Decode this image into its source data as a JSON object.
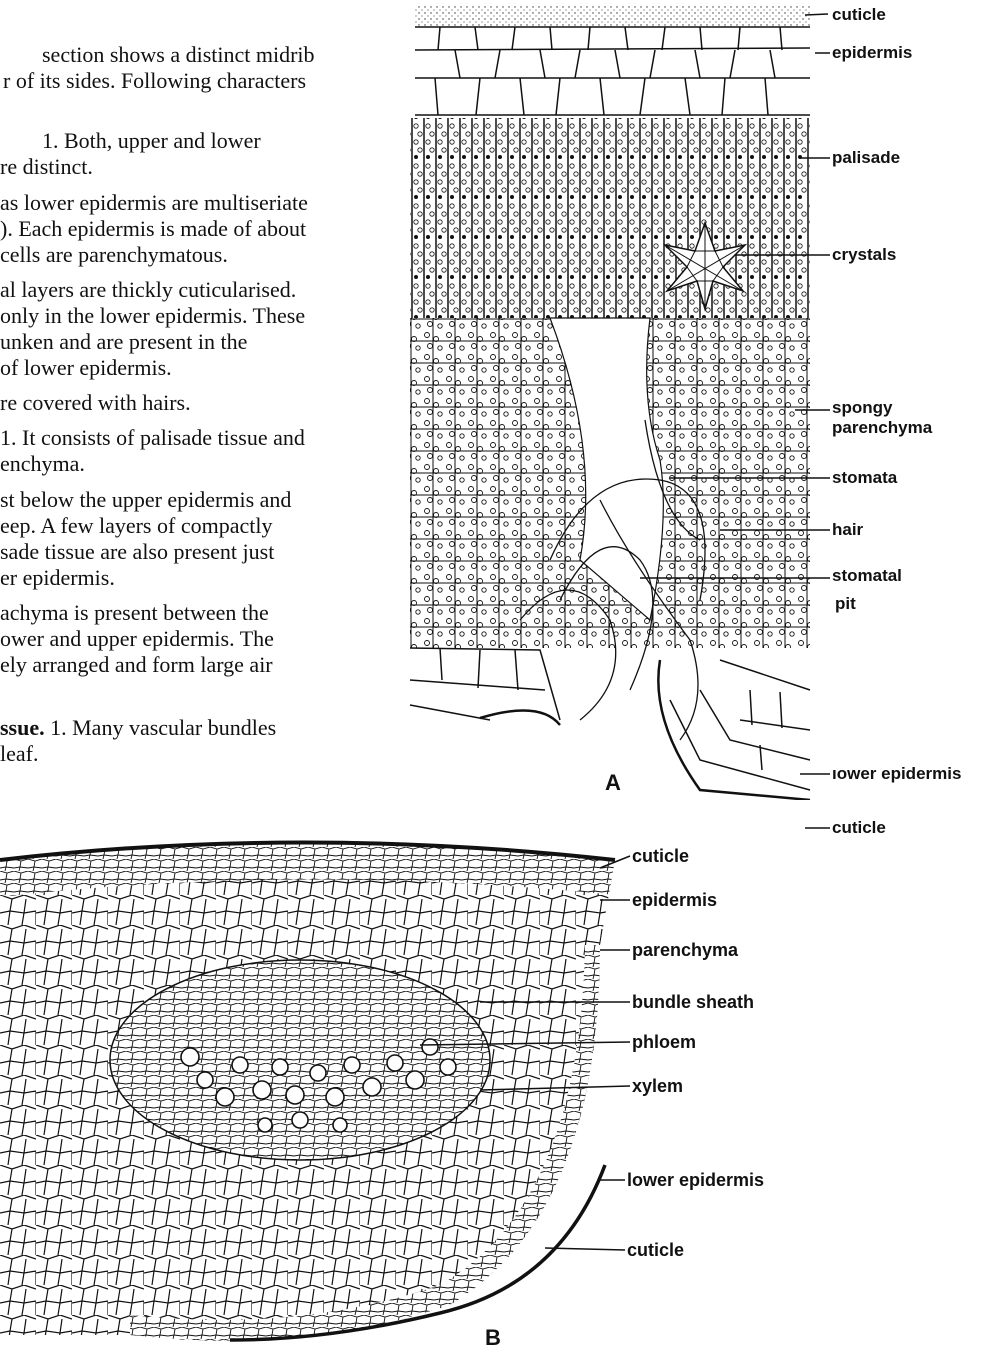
{
  "text": {
    "lines": [
      "section shows a distinct midrib",
      "r of its sides. Following characters",
      "1.   Both,   upper   and   lower",
      "re distinct.",
      "as lower epidermis are multiseriate",
      "). Each epidermis is made of about",
      "cells are parenchymatous.",
      "al layers are thickly cuticularised.",
      "only in the lower epidermis. These",
      "unken  and  are  present  in  the",
      "of lower epidermis.",
      "re covered with hairs.",
      "1. It consists of palisade tissue and",
      "enchyma.",
      "st below the upper epidermis and",
      "eep.  A  few  layers  of  compactly",
      "sade  tissue  are  also  present  just",
      "er epidermis.",
      "achyma  is  present  between  the",
      "ower  and  upper  epidermis.  The",
      "ely  arranged  and  form  large  air"
    ],
    "last_para_bold": "ssue.",
    "last_para_rest": " 1.  Many  vascular  bundles",
    "last_line": "leaf."
  },
  "figure_a": {
    "letter": "A",
    "labels": {
      "cuticle_top": "cuticle",
      "epidermis": "epidermis",
      "palisade": "palisade",
      "crystals": "crystals",
      "spongy_1": "spongy",
      "spongy_2": "parenchyma",
      "stomata": "stomata",
      "hair": "hair",
      "stomatal_1": "stomatal",
      "stomatal_2": "pit",
      "lower_epidermis": "ıower epidermis",
      "cuticle_bottom": "cuticle"
    }
  },
  "figure_b": {
    "letter": "B",
    "labels": {
      "cuticle_top": "cuticle",
      "epidermis": "epidermis",
      "parenchyma": "parenchyma",
      "bundle_sheath": "bundle sheath",
      "phloem": "phloem",
      "xylem": "xylem",
      "lower_epidermis": "lower epidermis",
      "cuticle_bottom": "cuticle"
    }
  }
}
